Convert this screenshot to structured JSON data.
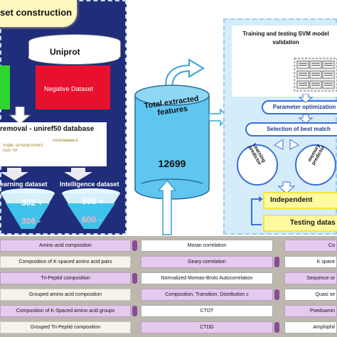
{
  "left_panel": {
    "title": "set construction",
    "uniprot": "Uniprot",
    "negative_dataset": "Negative Dataset",
    "redundancy": "removal - uniref50 database",
    "sequences": [
      "VSCKVNGWAGLD",
      "YCQRD  GVTKCDCTKYKFC",
      "CAIC'NT"
    ],
    "learning_dataset": "earning dataset",
    "intelligence_dataset": "Intelligence dataset",
    "learning_pos": "302 +",
    "learning_neg": "306 -",
    "intelligence_pos": "598 +",
    "intelligence_neg": "600 -"
  },
  "features_db": {
    "label": "Total extracted features",
    "count": "12699"
  },
  "right_panel": {
    "svm_title": "Training and testing SVM model validation",
    "parameter_optimization": "Parameter optimization",
    "selection_best": "Selection of best match",
    "learning_predictor": "Learning predictor",
    "memory_predictor": "memory predictor",
    "independent": "Independent",
    "testing": "Testing datas"
  },
  "feature_table": {
    "col1": [
      "Amino acid composition",
      "Composition of K-spaced amino acid pairs",
      "Tri-Peptid composition",
      "Grouped amino acid composition",
      "Composition of K-Spaced amino acid groups",
      "Grouped Tri-Peptid composition"
    ],
    "col2": [
      "Moran correlation",
      "Geary correlation",
      "Normalized Moreao-Broto Autocorrelation",
      "Composition, Transition, Distribution c",
      "CTDT",
      "CTDD"
    ],
    "col3": [
      "Co",
      "K space",
      "Sequence or",
      "Quasi se",
      "Psedoamin",
      "Amphiphil"
    ]
  },
  "colors": {
    "left_panel_bg": "#1f2d7a",
    "negative_red": "#e8112d",
    "positive_green": "#2fd62f",
    "right_panel_bg": "#d5ecfa",
    "accent_blue": "#3b6fd6",
    "yellow_box": "#fff9a0",
    "table_purple": "#e6c9ee"
  }
}
